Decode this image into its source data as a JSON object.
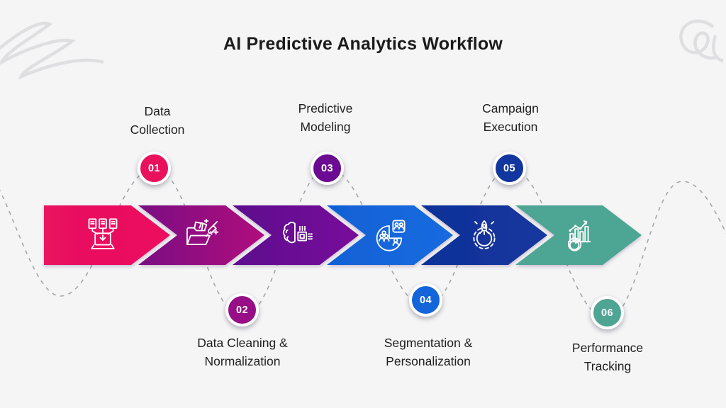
{
  "title": "AI Predictive Analytics Workflow",
  "colors": {
    "background": "#F5F5F6",
    "title_text": "#1B1B1B",
    "label_text": "#202020",
    "dashed_line": "#A4A6AA",
    "scribble": "#D9DADC",
    "badge_ring": "#FFFFFF",
    "icon_stroke": "#FFFFFF"
  },
  "steps": [
    {
      "number": "01",
      "label": [
        "Data",
        "Collection"
      ],
      "position": "top",
      "icon": "laptop-download-icon",
      "color_from": "#E8125E",
      "color_to": "#EC0E5F",
      "badge_color": "#E9115C"
    },
    {
      "number": "02",
      "label": [
        "Data Cleaning &",
        "Normalization"
      ],
      "position": "bottom",
      "icon": "folder-cleaning-icon",
      "color_from": "#7A0E83",
      "color_to": "#B00F7D",
      "badge_color": "#970E86"
    },
    {
      "number": "03",
      "label": [
        "Predictive",
        "Modeling"
      ],
      "position": "top",
      "icon": "brain-chip-icon",
      "color_from": "#5D0A8E",
      "color_to": "#77099B",
      "badge_color": "#6A0B92"
    },
    {
      "number": "04",
      "label": [
        "Segmentation &",
        "Personalization"
      ],
      "position": "bottom",
      "icon": "pie-users-icon",
      "color_from": "#1061D5",
      "color_to": "#1A6AE0",
      "badge_color": "#1465DA"
    },
    {
      "number": "05",
      "label": [
        "Campaign",
        "Execution"
      ],
      "position": "top",
      "icon": "rocket-gear-icon",
      "color_from": "#0F2F97",
      "color_to": "#15389F",
      "badge_color": "#12369F"
    },
    {
      "number": "06",
      "label": [
        "Performance",
        "Tracking"
      ],
      "position": "bottom",
      "icon": "chart-stopwatch-icon",
      "color_from": "#4EA593",
      "color_to": "#4EA593",
      "badge_color": "#4EA593"
    }
  ]
}
